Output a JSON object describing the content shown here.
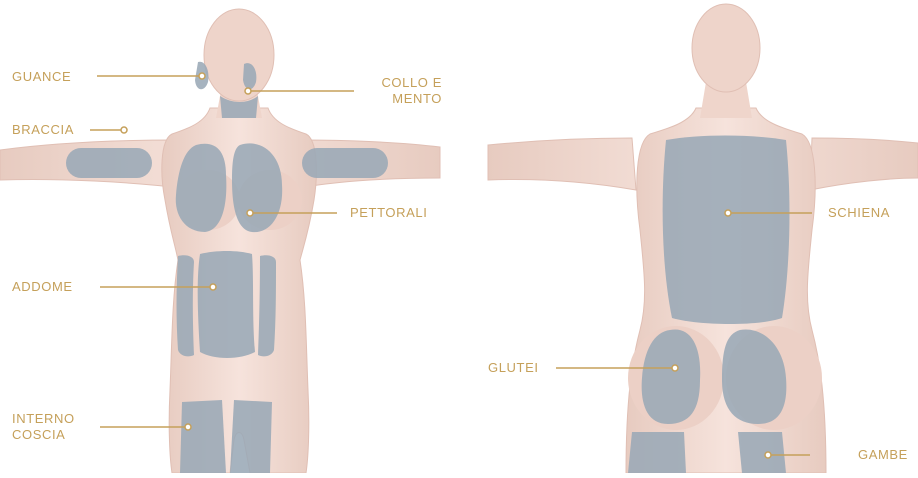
{
  "colors": {
    "accent": "#c5a05a",
    "skin": "#f2dcd4",
    "skin_shade": "#e3c3b8",
    "zone": "#9aa8b6"
  },
  "front_view": {
    "labels": {
      "guance": "GUANCE",
      "collo_e_mento_1": "COLLO E",
      "collo_e_mento_2": "MENTO",
      "braccia": "BRACCIA",
      "pettorali": "PETTORALI",
      "addome": "ADDOME",
      "interno_coscia_1": "INTERNO",
      "interno_coscia_2": "COSCIA"
    }
  },
  "back_view": {
    "labels": {
      "schiena": "SCHIENA",
      "glutei": "GLUTEI",
      "gambe": "GAMBE"
    }
  }
}
